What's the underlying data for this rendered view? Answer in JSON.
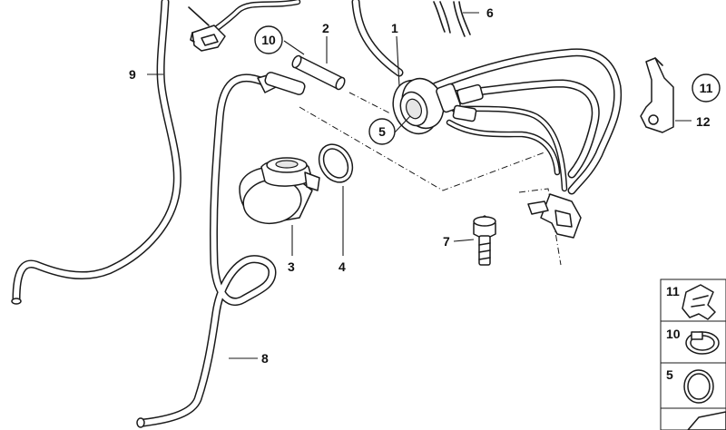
{
  "diagram": {
    "callouts": [
      {
        "id": "1",
        "text": "1",
        "circled": false
      },
      {
        "id": "2",
        "text": "2",
        "circled": false
      },
      {
        "id": "3",
        "text": "3",
        "circled": false
      },
      {
        "id": "4",
        "text": "4",
        "circled": false
      },
      {
        "id": "5",
        "text": "5",
        "circled": true
      },
      {
        "id": "6",
        "text": "6",
        "circled": false
      },
      {
        "id": "7",
        "text": "7",
        "circled": false
      },
      {
        "id": "8",
        "text": "8",
        "circled": false
      },
      {
        "id": "9",
        "text": "9",
        "circled": false
      },
      {
        "id": "10",
        "text": "10",
        "circled": true
      },
      {
        "id": "11",
        "text": "11",
        "circled": true
      },
      {
        "id": "12",
        "text": "12",
        "circled": false
      }
    ],
    "legend": [
      {
        "text": "11",
        "part": "clip"
      },
      {
        "text": "10",
        "part": "hose-clamp"
      },
      {
        "text": "5",
        "part": "o-ring"
      }
    ]
  }
}
